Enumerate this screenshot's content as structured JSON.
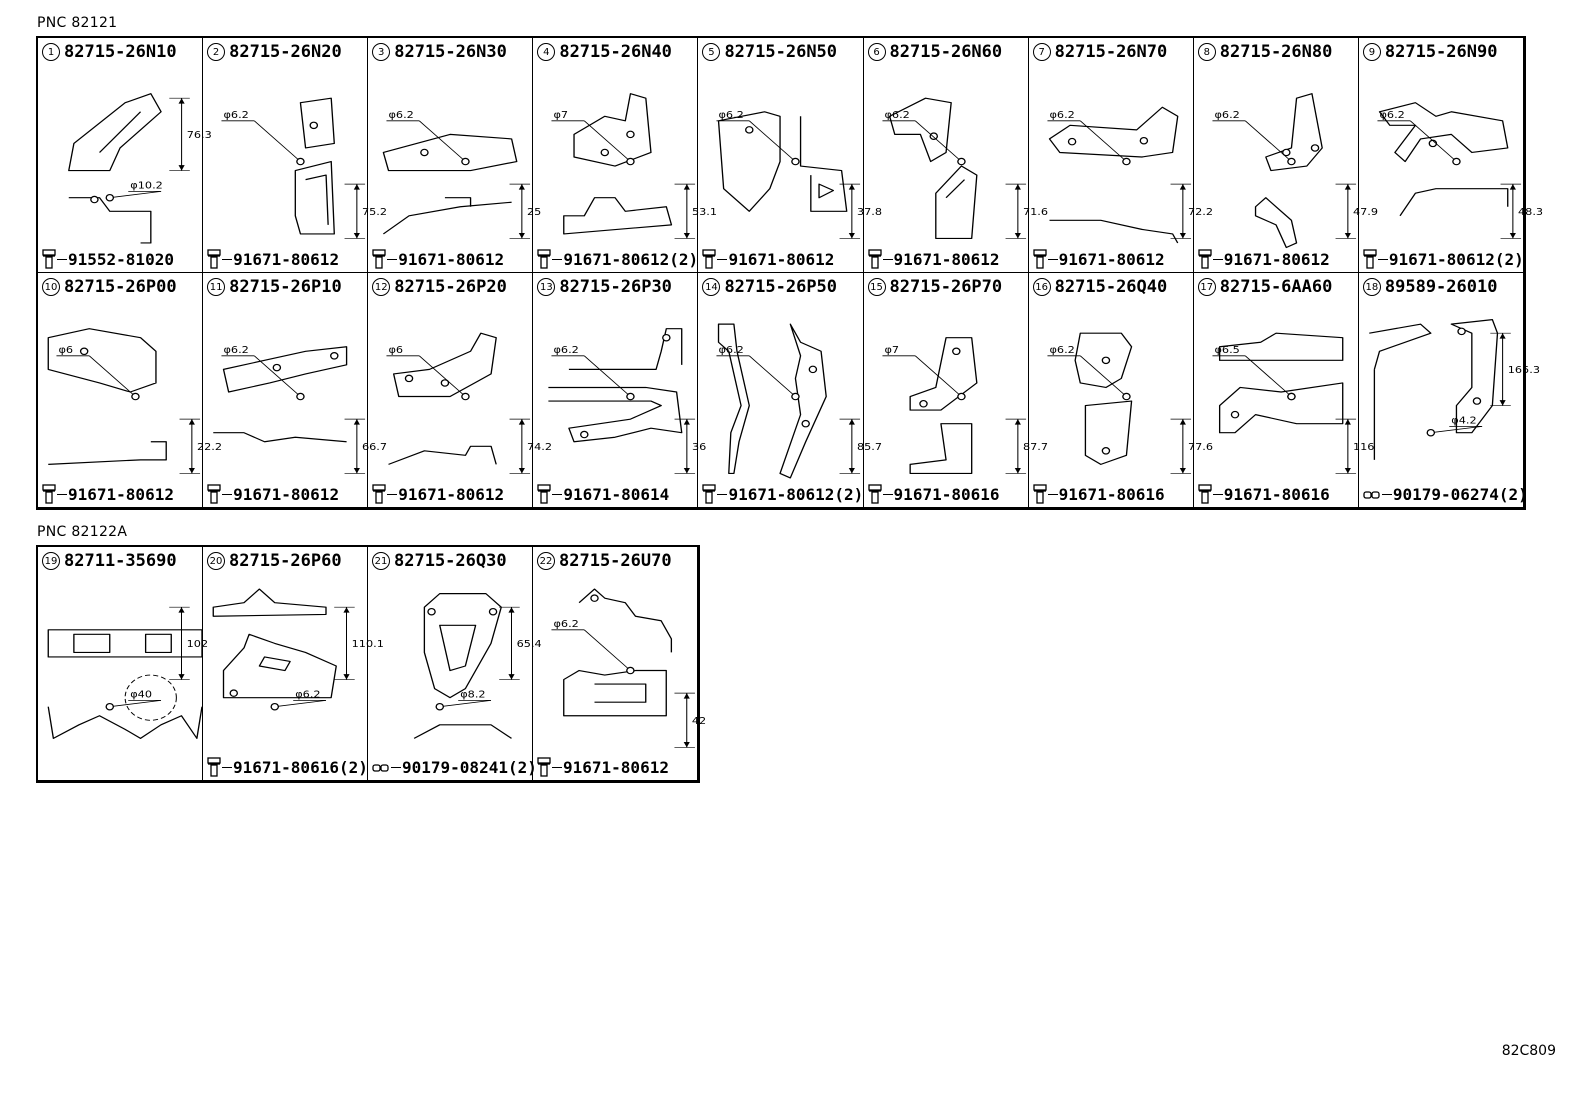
{
  "sections": [
    {
      "pnc": "PNC 82121",
      "cells": [
        {
          "num": "1",
          "part": "82715-26N10",
          "fastener": "91552-81020",
          "fastener_icon": "bolt-icon",
          "dims": [
            "76.3",
            "φ10.2"
          ]
        },
        {
          "num": "2",
          "part": "82715-26N20",
          "fastener": "91671-80612",
          "fastener_icon": "bolt-icon",
          "dims": [
            "φ6.2",
            "75.2"
          ]
        },
        {
          "num": "3",
          "part": "82715-26N30",
          "fastener": "91671-80612",
          "fastener_icon": "bolt-icon",
          "dims": [
            "φ6.2",
            "25"
          ]
        },
        {
          "num": "4",
          "part": "82715-26N40",
          "fastener": "91671-80612(2)",
          "fastener_icon": "bolt-icon",
          "dims": [
            "φ7",
            "53.1"
          ]
        },
        {
          "num": "5",
          "part": "82715-26N50",
          "fastener": "91671-80612",
          "fastener_icon": "bolt-icon",
          "dims": [
            "φ6.2",
            "37.8"
          ]
        },
        {
          "num": "6",
          "part": "82715-26N60",
          "fastener": "91671-80612",
          "fastener_icon": "bolt-icon",
          "dims": [
            "φ6.2",
            "71.6"
          ]
        },
        {
          "num": "7",
          "part": "82715-26N70",
          "fastener": "91671-80612",
          "fastener_icon": "bolt-icon",
          "dims": [
            "φ6.2",
            "72.2"
          ]
        },
        {
          "num": "8",
          "part": "82715-26N80",
          "fastener": "91671-80612",
          "fastener_icon": "bolt-icon",
          "dims": [
            "φ6.2",
            "47.9"
          ]
        },
        {
          "num": "9",
          "part": "82715-26N90",
          "fastener": "91671-80612(2)",
          "fastener_icon": "bolt-icon",
          "dims": [
            "φ6.2",
            "48.3"
          ]
        },
        {
          "num": "10",
          "part": "82715-26P00",
          "fastener": "91671-80612",
          "fastener_icon": "bolt-icon",
          "dims": [
            "φ6",
            "22.2"
          ]
        },
        {
          "num": "11",
          "part": "82715-26P10",
          "fastener": "91671-80612",
          "fastener_icon": "bolt-icon",
          "dims": [
            "φ6.2",
            "66.7"
          ]
        },
        {
          "num": "12",
          "part": "82715-26P20",
          "fastener": "91671-80612",
          "fastener_icon": "bolt-icon",
          "dims": [
            "φ6",
            "74.2"
          ]
        },
        {
          "num": "13",
          "part": "82715-26P30",
          "fastener": "91671-80614",
          "fastener_icon": "bolt-icon",
          "dims": [
            "φ6.2",
            "36"
          ]
        },
        {
          "num": "14",
          "part": "82715-26P50",
          "fastener": "91671-80612(2)",
          "fastener_icon": "bolt-icon",
          "dims": [
            "φ6.2",
            "85.7"
          ]
        },
        {
          "num": "15",
          "part": "82715-26P70",
          "fastener": "91671-80616",
          "fastener_icon": "bolt-icon",
          "dims": [
            "φ7",
            "87.7"
          ]
        },
        {
          "num": "16",
          "part": "82715-26Q40",
          "fastener": "91671-80616",
          "fastener_icon": "bolt-icon",
          "dims": [
            "φ6.2",
            "77.6"
          ]
        },
        {
          "num": "17",
          "part": "82715-6AA60",
          "fastener": "91671-80616",
          "fastener_icon": "bolt-icon",
          "dims": [
            "φ6.5",
            "116"
          ]
        },
        {
          "num": "18",
          "part": "89589-26010",
          "fastener": "90179-06274(2)",
          "fastener_icon": "clip-icon",
          "dims": [
            "165.3",
            "φ4.2"
          ]
        }
      ]
    },
    {
      "pnc": "PNC 82122A",
      "cells": [
        {
          "num": "19",
          "part": "82711-35690",
          "fastener": "",
          "fastener_icon": "",
          "dims": [
            "102",
            "φ40"
          ]
        },
        {
          "num": "20",
          "part": "82715-26P60",
          "fastener": "91671-80616(2)",
          "fastener_icon": "bolt-icon",
          "dims": [
            "110.1",
            "φ6.2"
          ]
        },
        {
          "num": "21",
          "part": "82715-26Q30",
          "fastener": "90179-08241(2)",
          "fastener_icon": "clip-icon",
          "dims": [
            "65.4",
            "φ8.2"
          ]
        },
        {
          "num": "22",
          "part": "82715-26U70",
          "fastener": "91671-80612",
          "fastener_icon": "bolt-icon",
          "dims": [
            "φ6.2",
            "42"
          ]
        }
      ]
    }
  ],
  "diagram_code": "82C809"
}
